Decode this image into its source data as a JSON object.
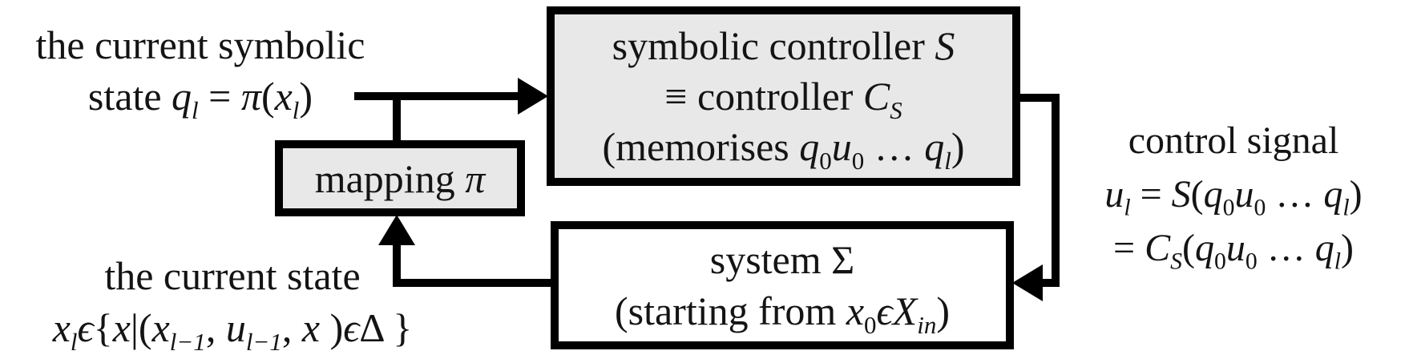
{
  "colors": {
    "background": "#ffffff",
    "box_fill_gray": "#e8e8e8",
    "box_fill_white": "#ffffff",
    "line": "#000000",
    "text": "#141414"
  },
  "boxes": {
    "symbolic_controller": {
      "lines": [
        [
          {
            "t": "symbolic controller "
          },
          {
            "t": "S",
            "i": true
          }
        ],
        [
          {
            "t": "≡ controller "
          },
          {
            "t": "C",
            "i": true
          },
          {
            "t": "S",
            "i": true,
            "s": true
          }
        ],
        [
          {
            "t": "(memorises "
          },
          {
            "t": "q",
            "i": true
          },
          {
            "t": "0",
            "s": true
          },
          {
            "t": "u",
            "i": true
          },
          {
            "t": "0",
            "s": true
          },
          {
            "t": " … "
          },
          {
            "t": "q",
            "i": true
          },
          {
            "t": "l",
            "i": true,
            "s": true
          },
          {
            "t": ")"
          }
        ]
      ]
    },
    "mapping": {
      "lines": [
        [
          {
            "t": "mapping "
          },
          {
            "t": "π",
            "i": true
          }
        ]
      ]
    },
    "system": {
      "lines": [
        [
          {
            "t": "system Σ"
          }
        ],
        [
          {
            "t": "(starting from "
          },
          {
            "t": "x",
            "i": true
          },
          {
            "t": "0",
            "s": true
          },
          {
            "t": "ϵ",
            "i": true
          },
          {
            "t": "X",
            "i": true
          },
          {
            "t": "in",
            "i": true,
            "s": true
          },
          {
            "t": ")"
          }
        ]
      ]
    }
  },
  "labels": {
    "current_symbolic_state": {
      "lines": [
        [
          {
            "t": "the current symbolic"
          }
        ],
        [
          {
            "t": "state "
          },
          {
            "t": "q",
            "i": true
          },
          {
            "t": "l",
            "i": true,
            "s": true
          },
          {
            "t": " = "
          },
          {
            "t": "π",
            "i": true
          },
          {
            "t": "("
          },
          {
            "t": "x",
            "i": true
          },
          {
            "t": "l",
            "i": true,
            "s": true
          },
          {
            "t": ")"
          }
        ]
      ]
    },
    "control_signal": {
      "lines": [
        [
          {
            "t": "control signal"
          }
        ],
        [
          {
            "t": "u",
            "i": true
          },
          {
            "t": "l",
            "i": true,
            "s": true
          },
          {
            "t": " = "
          },
          {
            "t": "S",
            "i": true
          },
          {
            "t": "("
          },
          {
            "t": "q",
            "i": true
          },
          {
            "t": "0",
            "s": true
          },
          {
            "t": "u",
            "i": true
          },
          {
            "t": "0",
            "s": true
          },
          {
            "t": " … "
          },
          {
            "t": "q",
            "i": true
          },
          {
            "t": "l",
            "i": true,
            "s": true
          },
          {
            "t": ")"
          }
        ],
        [
          {
            "t": "= "
          },
          {
            "t": "C",
            "i": true
          },
          {
            "t": "S",
            "i": true,
            "s": true
          },
          {
            "t": "("
          },
          {
            "t": "q",
            "i": true
          },
          {
            "t": "0",
            "s": true
          },
          {
            "t": "u",
            "i": true
          },
          {
            "t": "0",
            "s": true
          },
          {
            "t": " … "
          },
          {
            "t": "q",
            "i": true
          },
          {
            "t": "l",
            "i": true,
            "s": true
          },
          {
            "t": ")"
          }
        ]
      ]
    },
    "current_state": {
      "lines": [
        [
          {
            "t": "the current state"
          }
        ],
        [
          {
            "t": "x",
            "i": true
          },
          {
            "t": "l",
            "i": true,
            "s": true
          },
          {
            "t": "ϵ",
            "i": true
          },
          {
            "t": "{"
          },
          {
            "t": "x",
            "i": true
          },
          {
            "t": "|"
          },
          {
            "t": "("
          },
          {
            "t": "x",
            "i": true
          },
          {
            "t": "l−1",
            "i": true,
            "s": true
          },
          {
            "t": ", "
          },
          {
            "t": "u",
            "i": true
          },
          {
            "t": "l−1",
            "i": true,
            "s": true
          },
          {
            "t": ", "
          },
          {
            "t": "x",
            "i": true
          },
          {
            "t": " )"
          },
          {
            "t": "ϵ",
            "i": true
          },
          {
            "t": "Δ"
          },
          {
            "t": " }"
          }
        ]
      ]
    }
  }
}
